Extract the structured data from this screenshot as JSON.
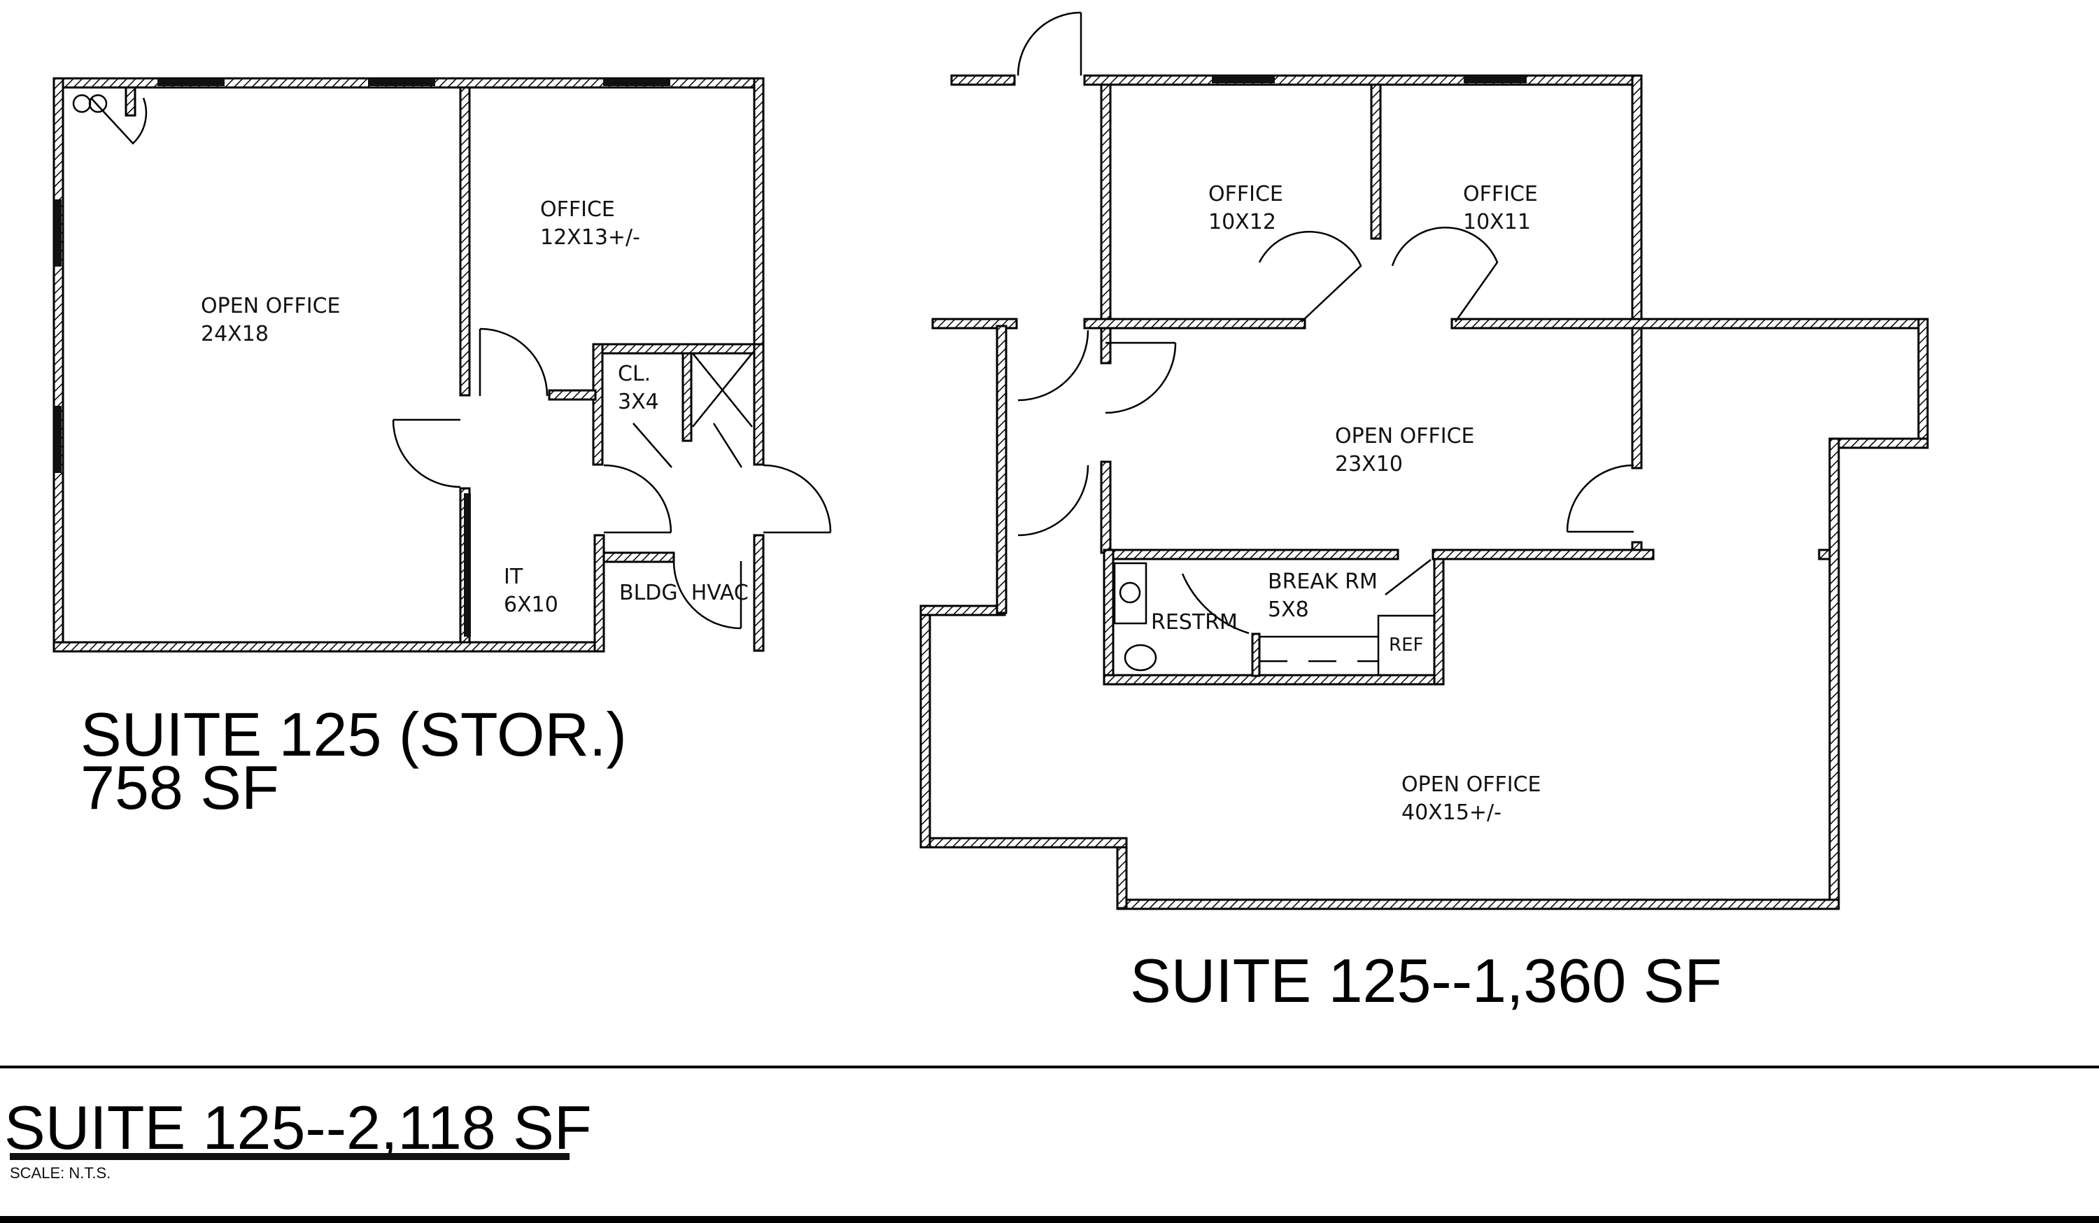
{
  "document": {
    "title": "SUITE 125--2,118 SF",
    "scale": "SCALE:  N.T.S."
  },
  "plans": {
    "storage": {
      "title": "SUITE 125 (STOR.)",
      "area": "758 SF",
      "rooms": [
        {
          "name": "OPEN OFFICE",
          "dims": "24X18"
        },
        {
          "name": "OFFICE",
          "dims": "12X13+/-"
        },
        {
          "name": "CL.",
          "dims": "3X4"
        },
        {
          "name": "IT",
          "dims": "6X10"
        },
        {
          "name": "BLDG  HVAC",
          "dims": ""
        }
      ]
    },
    "main": {
      "title": "SUITE 125--1,360 SF",
      "rooms": [
        {
          "name": "OFFICE",
          "dims": "10X12"
        },
        {
          "name": "OFFICE",
          "dims": "10X11"
        },
        {
          "name": "OPEN OFFICE",
          "dims": "23X10"
        },
        {
          "name": "BREAK RM",
          "dims": "5X8"
        },
        {
          "name": "RESTRM",
          "dims": ""
        },
        {
          "name": "REF",
          "dims": ""
        },
        {
          "name": "OPEN OFFICE",
          "dims": "40X15+/-"
        }
      ]
    }
  },
  "colors": {
    "wall": "#000000",
    "hatch": "#000000",
    "background": "#ffffff"
  }
}
